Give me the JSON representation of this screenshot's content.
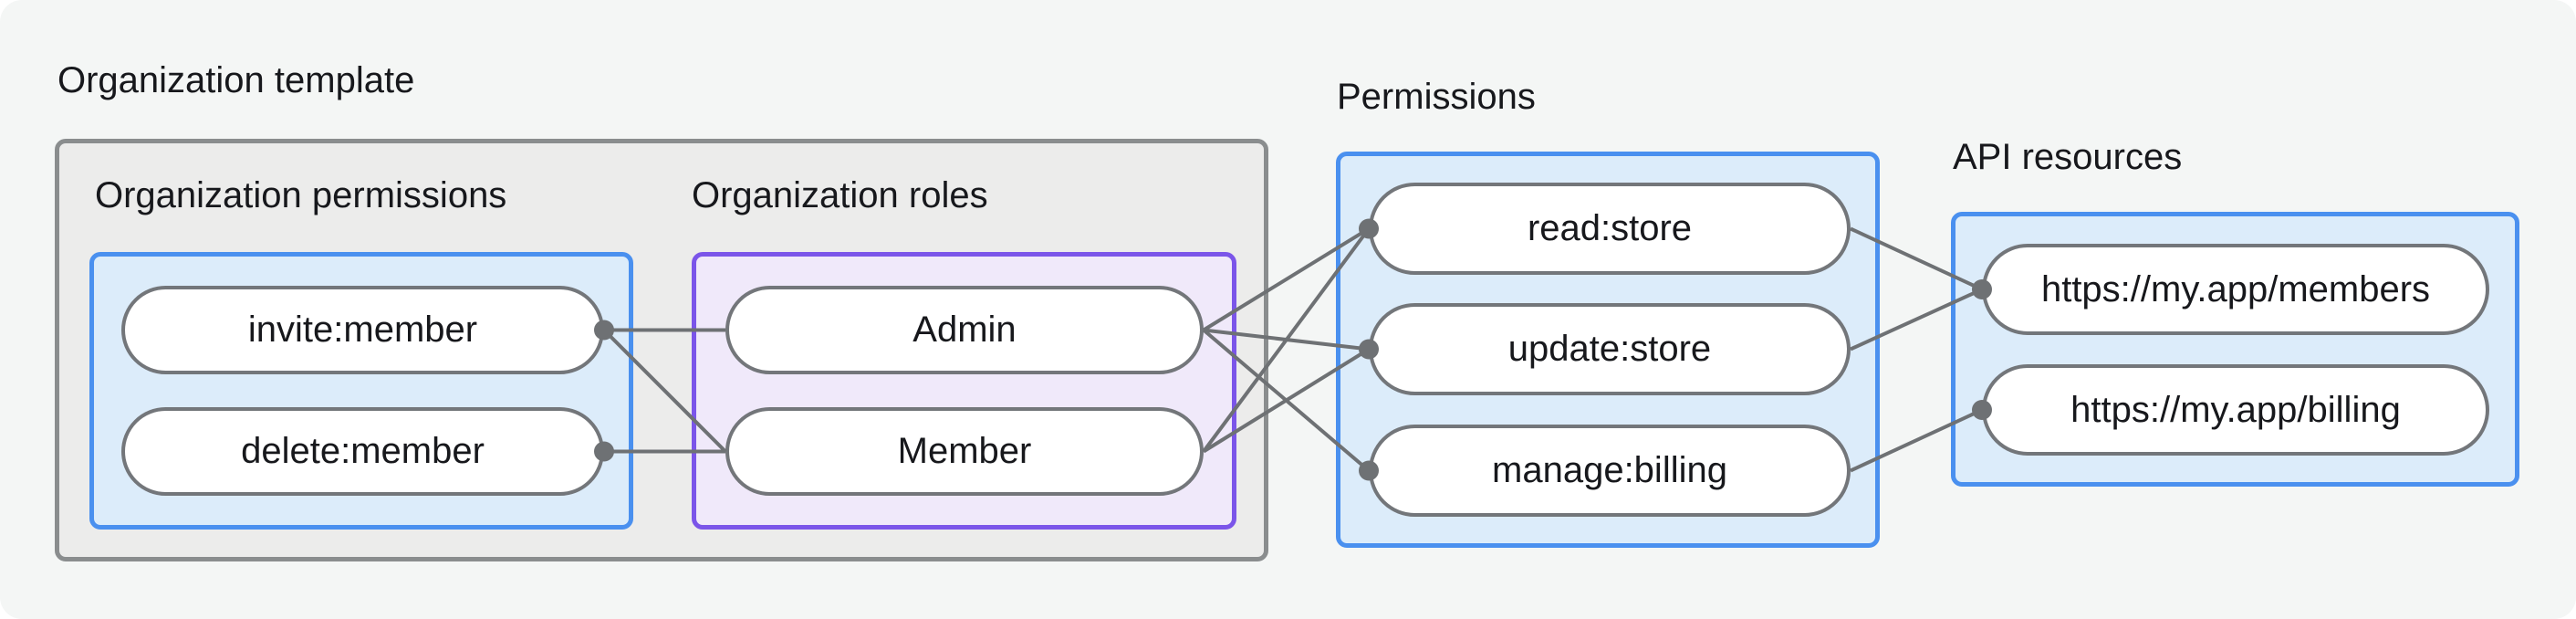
{
  "labels": {
    "org_template": "Organization template",
    "permissions": "Permissions",
    "api_resources": "API resources"
  },
  "sections": {
    "org_permissions": {
      "heading": "Organization permissions",
      "nodes": {
        "invite": "invite:member",
        "delete": "delete:member"
      }
    },
    "org_roles": {
      "heading": "Organization roles",
      "nodes": {
        "admin": "Admin",
        "member": "Member"
      }
    },
    "permissions": {
      "nodes": {
        "read": "read:store",
        "update": "update:store",
        "manage": "manage:billing"
      }
    },
    "api_resources": {
      "nodes": {
        "members": "https://my.app/members",
        "billing": "https://my.app/billing"
      }
    }
  },
  "edges": [
    {
      "from": "invite",
      "to": "admin"
    },
    {
      "from": "invite",
      "to": "member"
    },
    {
      "from": "delete",
      "to": "member"
    },
    {
      "from": "admin",
      "to": "read"
    },
    {
      "from": "admin",
      "to": "update"
    },
    {
      "from": "admin",
      "to": "manage"
    },
    {
      "from": "member",
      "to": "read"
    },
    {
      "from": "member",
      "to": "update"
    },
    {
      "from": "read",
      "to": "members"
    },
    {
      "from": "update",
      "to": "members"
    },
    {
      "from": "manage",
      "to": "billing"
    }
  ],
  "colors": {
    "page_background": "#f4f6f5",
    "group_fill": "#ececeb",
    "group_border": "#8a8d8e",
    "blue_fill": "#dcecfa",
    "blue_border": "#4a90ef",
    "purple_fill": "#f0e9fa",
    "purple_border": "#7b55e9",
    "pill_border": "#73767a",
    "connector": "#6e7174",
    "text": "#17181c"
  }
}
